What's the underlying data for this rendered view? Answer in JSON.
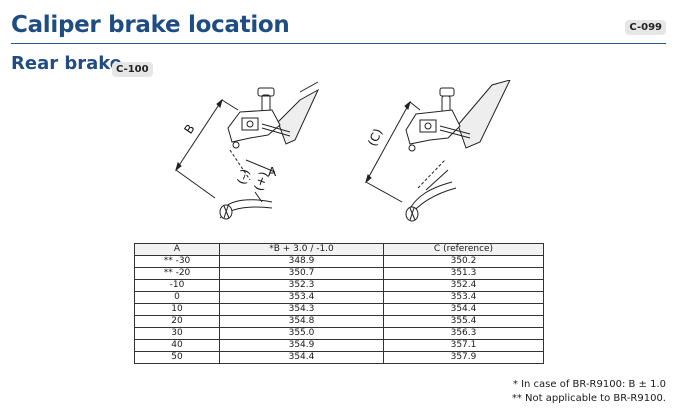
{
  "header": {
    "title": "Caliper brake location",
    "code": "C-099"
  },
  "section": {
    "title": "Rear brake",
    "code": "C-100"
  },
  "figure_labels": {
    "left_b": "B",
    "left_a": "A",
    "left_minus": "(–)",
    "left_plus": "(+)",
    "right_c": "(C)"
  },
  "table": {
    "headers": [
      "A",
      "*B + 3.0 / -1.0",
      "C (reference)"
    ],
    "rows": [
      [
        "** -30",
        "348.9",
        "350.2"
      ],
      [
        "** -20",
        "350.7",
        "351.3"
      ],
      [
        "-10",
        "352.3",
        "352.4"
      ],
      [
        "0",
        "353.4",
        "353.4"
      ],
      [
        "10",
        "354.3",
        "354.4"
      ],
      [
        "20",
        "354.8",
        "355.4"
      ],
      [
        "30",
        "355.0",
        "356.3"
      ],
      [
        "40",
        "354.9",
        "357.1"
      ],
      [
        "50",
        "354.4",
        "357.9"
      ]
    ]
  },
  "notes": [
    "* In case of BR-R9100: B ± 1.0",
    "** Not applicable to BR-R9100."
  ]
}
